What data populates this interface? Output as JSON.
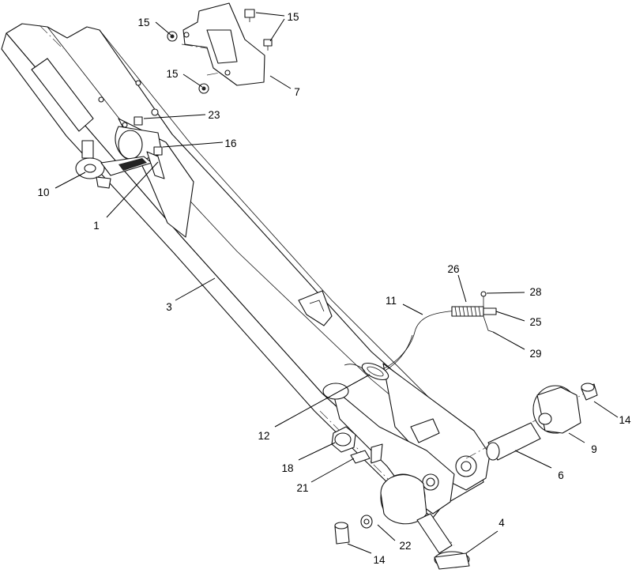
{
  "callouts": [
    {
      "id": "c1",
      "text": "1"
    },
    {
      "id": "c3",
      "text": "3"
    },
    {
      "id": "c4",
      "text": "4"
    },
    {
      "id": "c6",
      "text": "6"
    },
    {
      "id": "c7",
      "text": "7"
    },
    {
      "id": "c9",
      "text": "9"
    },
    {
      "id": "c10",
      "text": "10"
    },
    {
      "id": "c11",
      "text": "11"
    },
    {
      "id": "c12",
      "text": "12"
    },
    {
      "id": "c14a",
      "text": "14"
    },
    {
      "id": "c14b",
      "text": "14"
    },
    {
      "id": "c15a",
      "text": "15"
    },
    {
      "id": "c15b",
      "text": "15"
    },
    {
      "id": "c15c",
      "text": "15"
    },
    {
      "id": "c16",
      "text": "16"
    },
    {
      "id": "c18",
      "text": "18"
    },
    {
      "id": "c21",
      "text": "21"
    },
    {
      "id": "c22",
      "text": "22"
    },
    {
      "id": "c23",
      "text": "23"
    },
    {
      "id": "c25",
      "text": "25"
    },
    {
      "id": "c26",
      "text": "26"
    },
    {
      "id": "c28",
      "text": "28"
    },
    {
      "id": "c29",
      "text": "29"
    }
  ]
}
